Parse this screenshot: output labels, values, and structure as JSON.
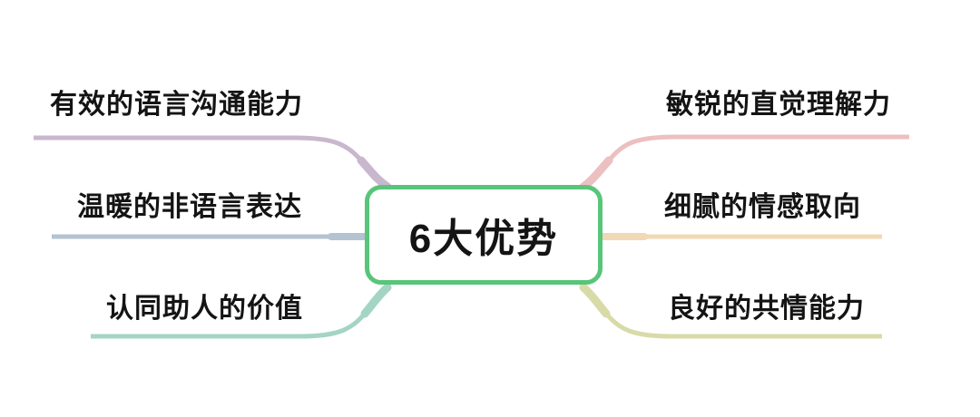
{
  "diagram": {
    "type": "mindmap",
    "center": {
      "label": "6大优势",
      "border_color": "#58c57a"
    },
    "left_branches": [
      {
        "label": "有效的语言沟通能力",
        "color": "#c9b7ce"
      },
      {
        "label": "温暖的非语言表达",
        "color": "#b4c3d2"
      },
      {
        "label": "认同助人的价值",
        "color": "#a3d4c4"
      }
    ],
    "right_branches": [
      {
        "label": "敏锐的直觉理解力",
        "color": "#ecbfc1"
      },
      {
        "label": "细腻的情感取向",
        "color": "#f1d9b6"
      },
      {
        "label": "良好的共情能力",
        "color": "#d8dba8"
      }
    ]
  }
}
